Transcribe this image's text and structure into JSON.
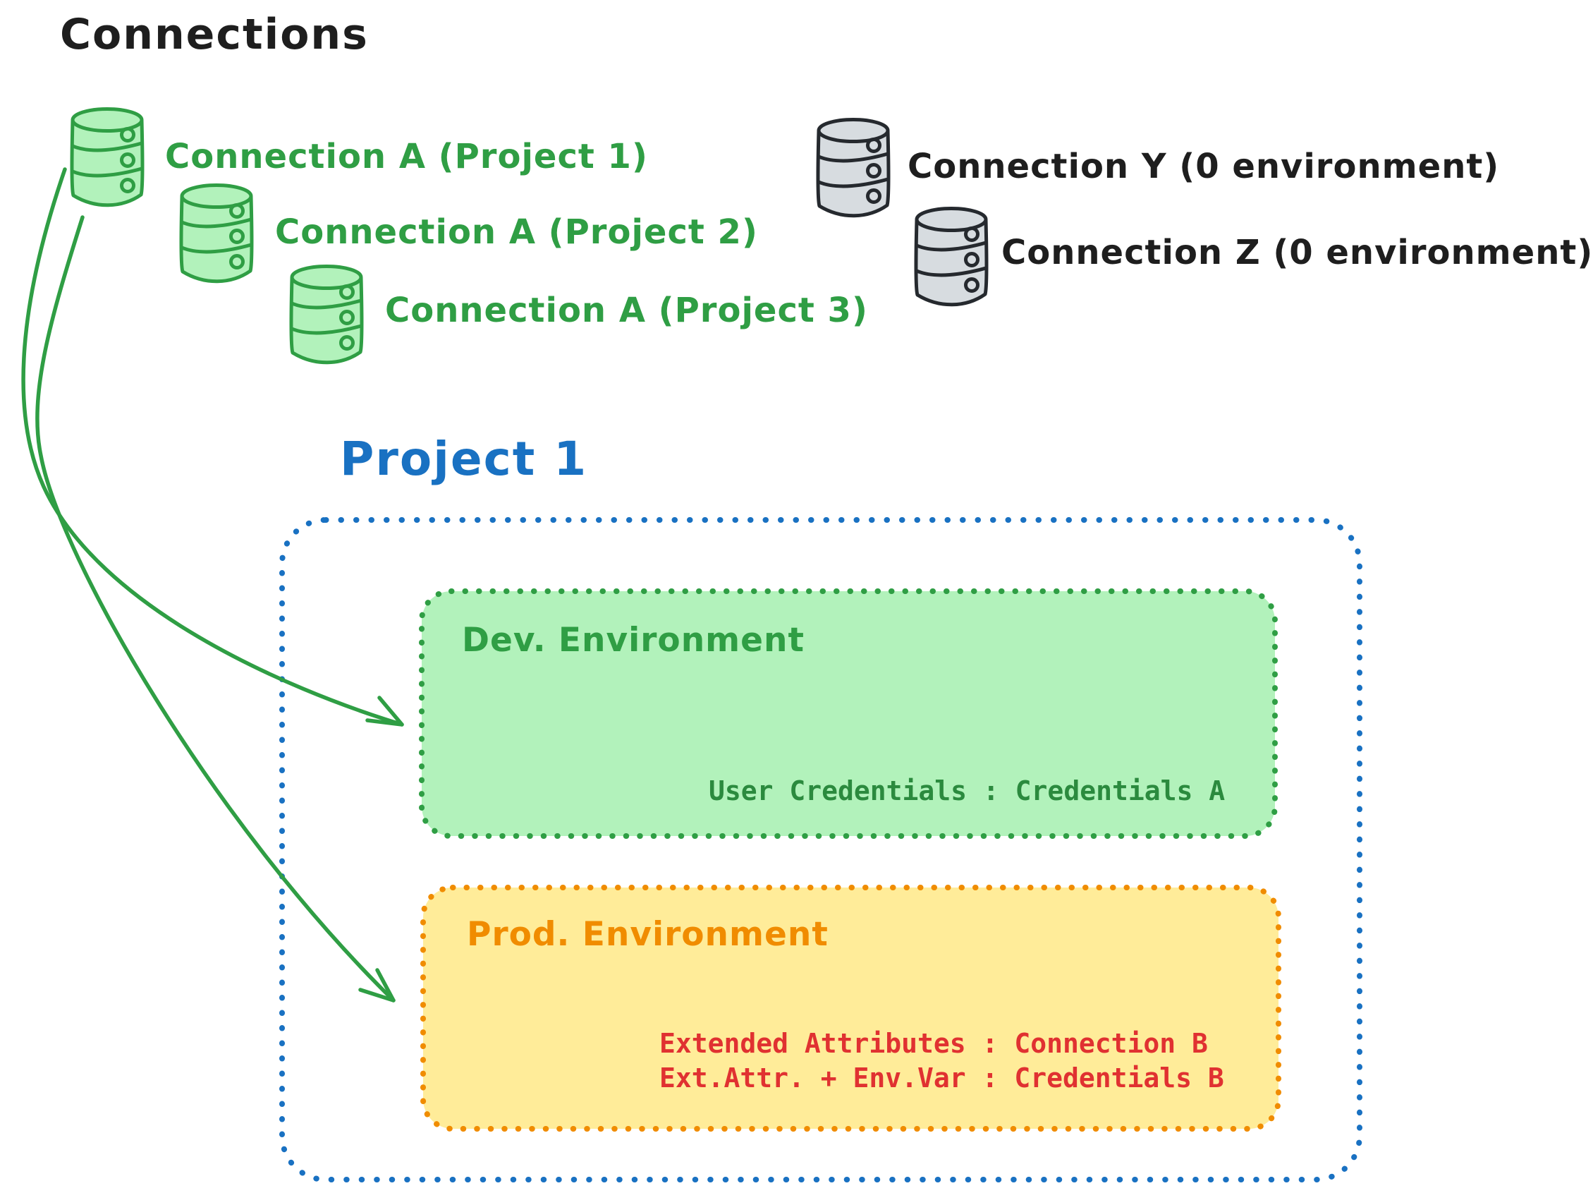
{
  "title": "Connections",
  "colors": {
    "black": "#1e1e1e",
    "green": "#2f9e44",
    "green_dark": "#2b8a3e",
    "green_fill": "#b2f2bb",
    "gray_stroke": "#25292e",
    "gray_fill": "#d7dce0",
    "blue": "#1971c2",
    "orange": "#f08c00",
    "orange_fill": "#ffec99",
    "red": "#e03131"
  },
  "icons": {
    "database": "database-cylinder-icon"
  },
  "connections": [
    {
      "label": "Connection A (Project 1)",
      "color": "green"
    },
    {
      "label": "Connection A (Project 2)",
      "color": "green"
    },
    {
      "label": "Connection A (Project 3)",
      "color": "green"
    },
    {
      "label": "Connection Y (0 environment)",
      "color": "gray"
    },
    {
      "label": "Connection Z (0 environment)",
      "color": "gray"
    }
  ],
  "project": {
    "title": "Project 1",
    "environments": [
      {
        "name": "Dev. Environment",
        "credentials": [
          "User Credentials : Credentials A"
        ]
      },
      {
        "name": "Prod. Environment",
        "credentials": [
          "Extended Attributes : Connection B",
          "Ext.Attr. + Env.Var : Credentials B"
        ]
      }
    ]
  },
  "relations": [
    {
      "from": "Connection A (Project 1)",
      "to": "Dev. Environment"
    },
    {
      "from": "Connection A (Project 1)",
      "to": "Prod. Environment"
    }
  ]
}
